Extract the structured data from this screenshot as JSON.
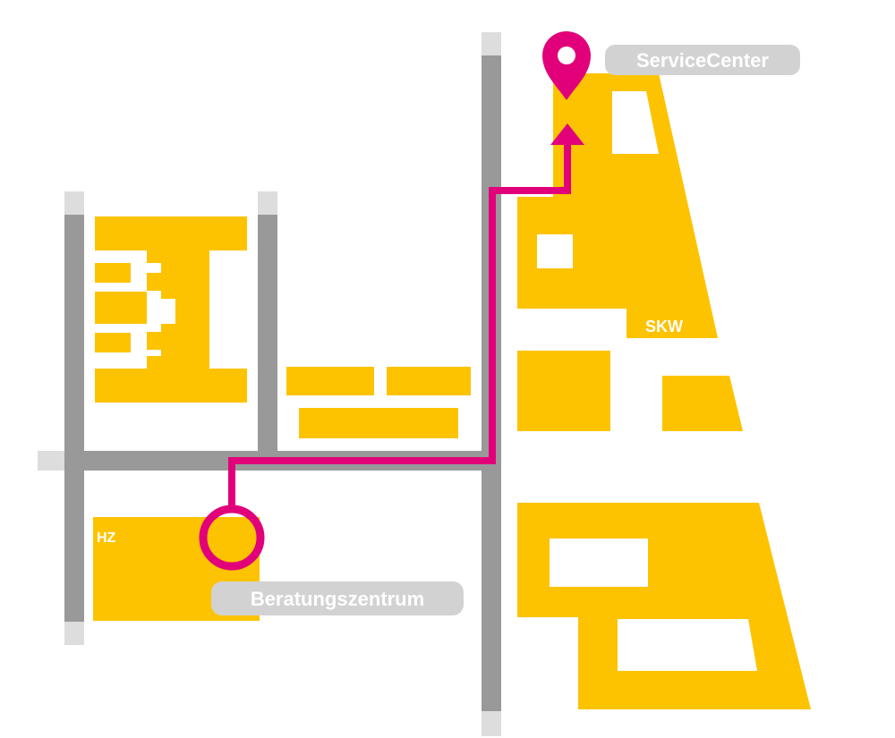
{
  "map": {
    "labels": {
      "service_center": "ServiceCenter",
      "skw": "SKW",
      "hz": "HZ",
      "beratungszentrum": "Beratungszentrum"
    },
    "colors": {
      "building": "#fdc300",
      "road": "#999999",
      "road_end": "#dddddd",
      "route": "#e2007a",
      "label_pill": "#d2d2d2",
      "label_text": "#ffffff"
    },
    "markers": {
      "start": {
        "type": "circle-marker",
        "place": "Beratungszentrum"
      },
      "destination": {
        "type": "map-pin-icon",
        "place": "ServiceCenter"
      }
    }
  }
}
